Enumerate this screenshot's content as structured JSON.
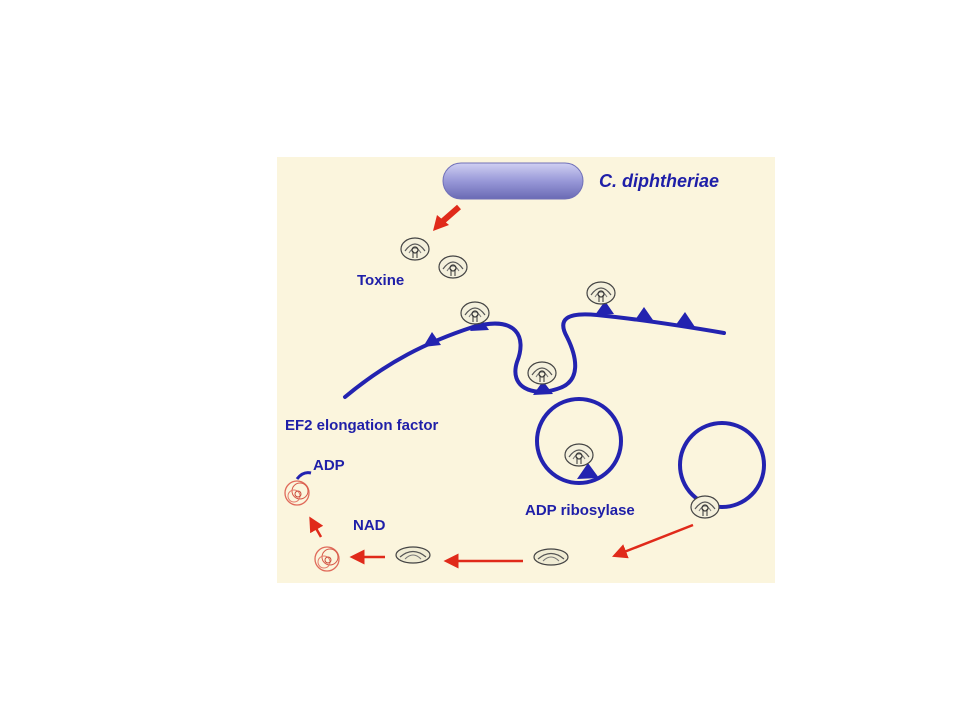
{
  "diagram": {
    "bacterium_label": "C. diphtheriae",
    "toxin_label": "Toxine",
    "ef2_label": "EF2 elongation factor",
    "enzyme_label": "ADP ribosylase",
    "adp_label": "ADP",
    "nad_label": "NAD",
    "colors": {
      "background": "#fbf5dd",
      "text": "#1f1fa8",
      "strand": "#2323b0",
      "arrow": "#e02a1a",
      "bacterium": "#9a9ad8",
      "ribose": "#e06a5a"
    },
    "icons": [
      "bacterium-capsule",
      "toxin-molecule",
      "red-arrow",
      "ef2-strand",
      "ribose-cluster"
    ]
  }
}
